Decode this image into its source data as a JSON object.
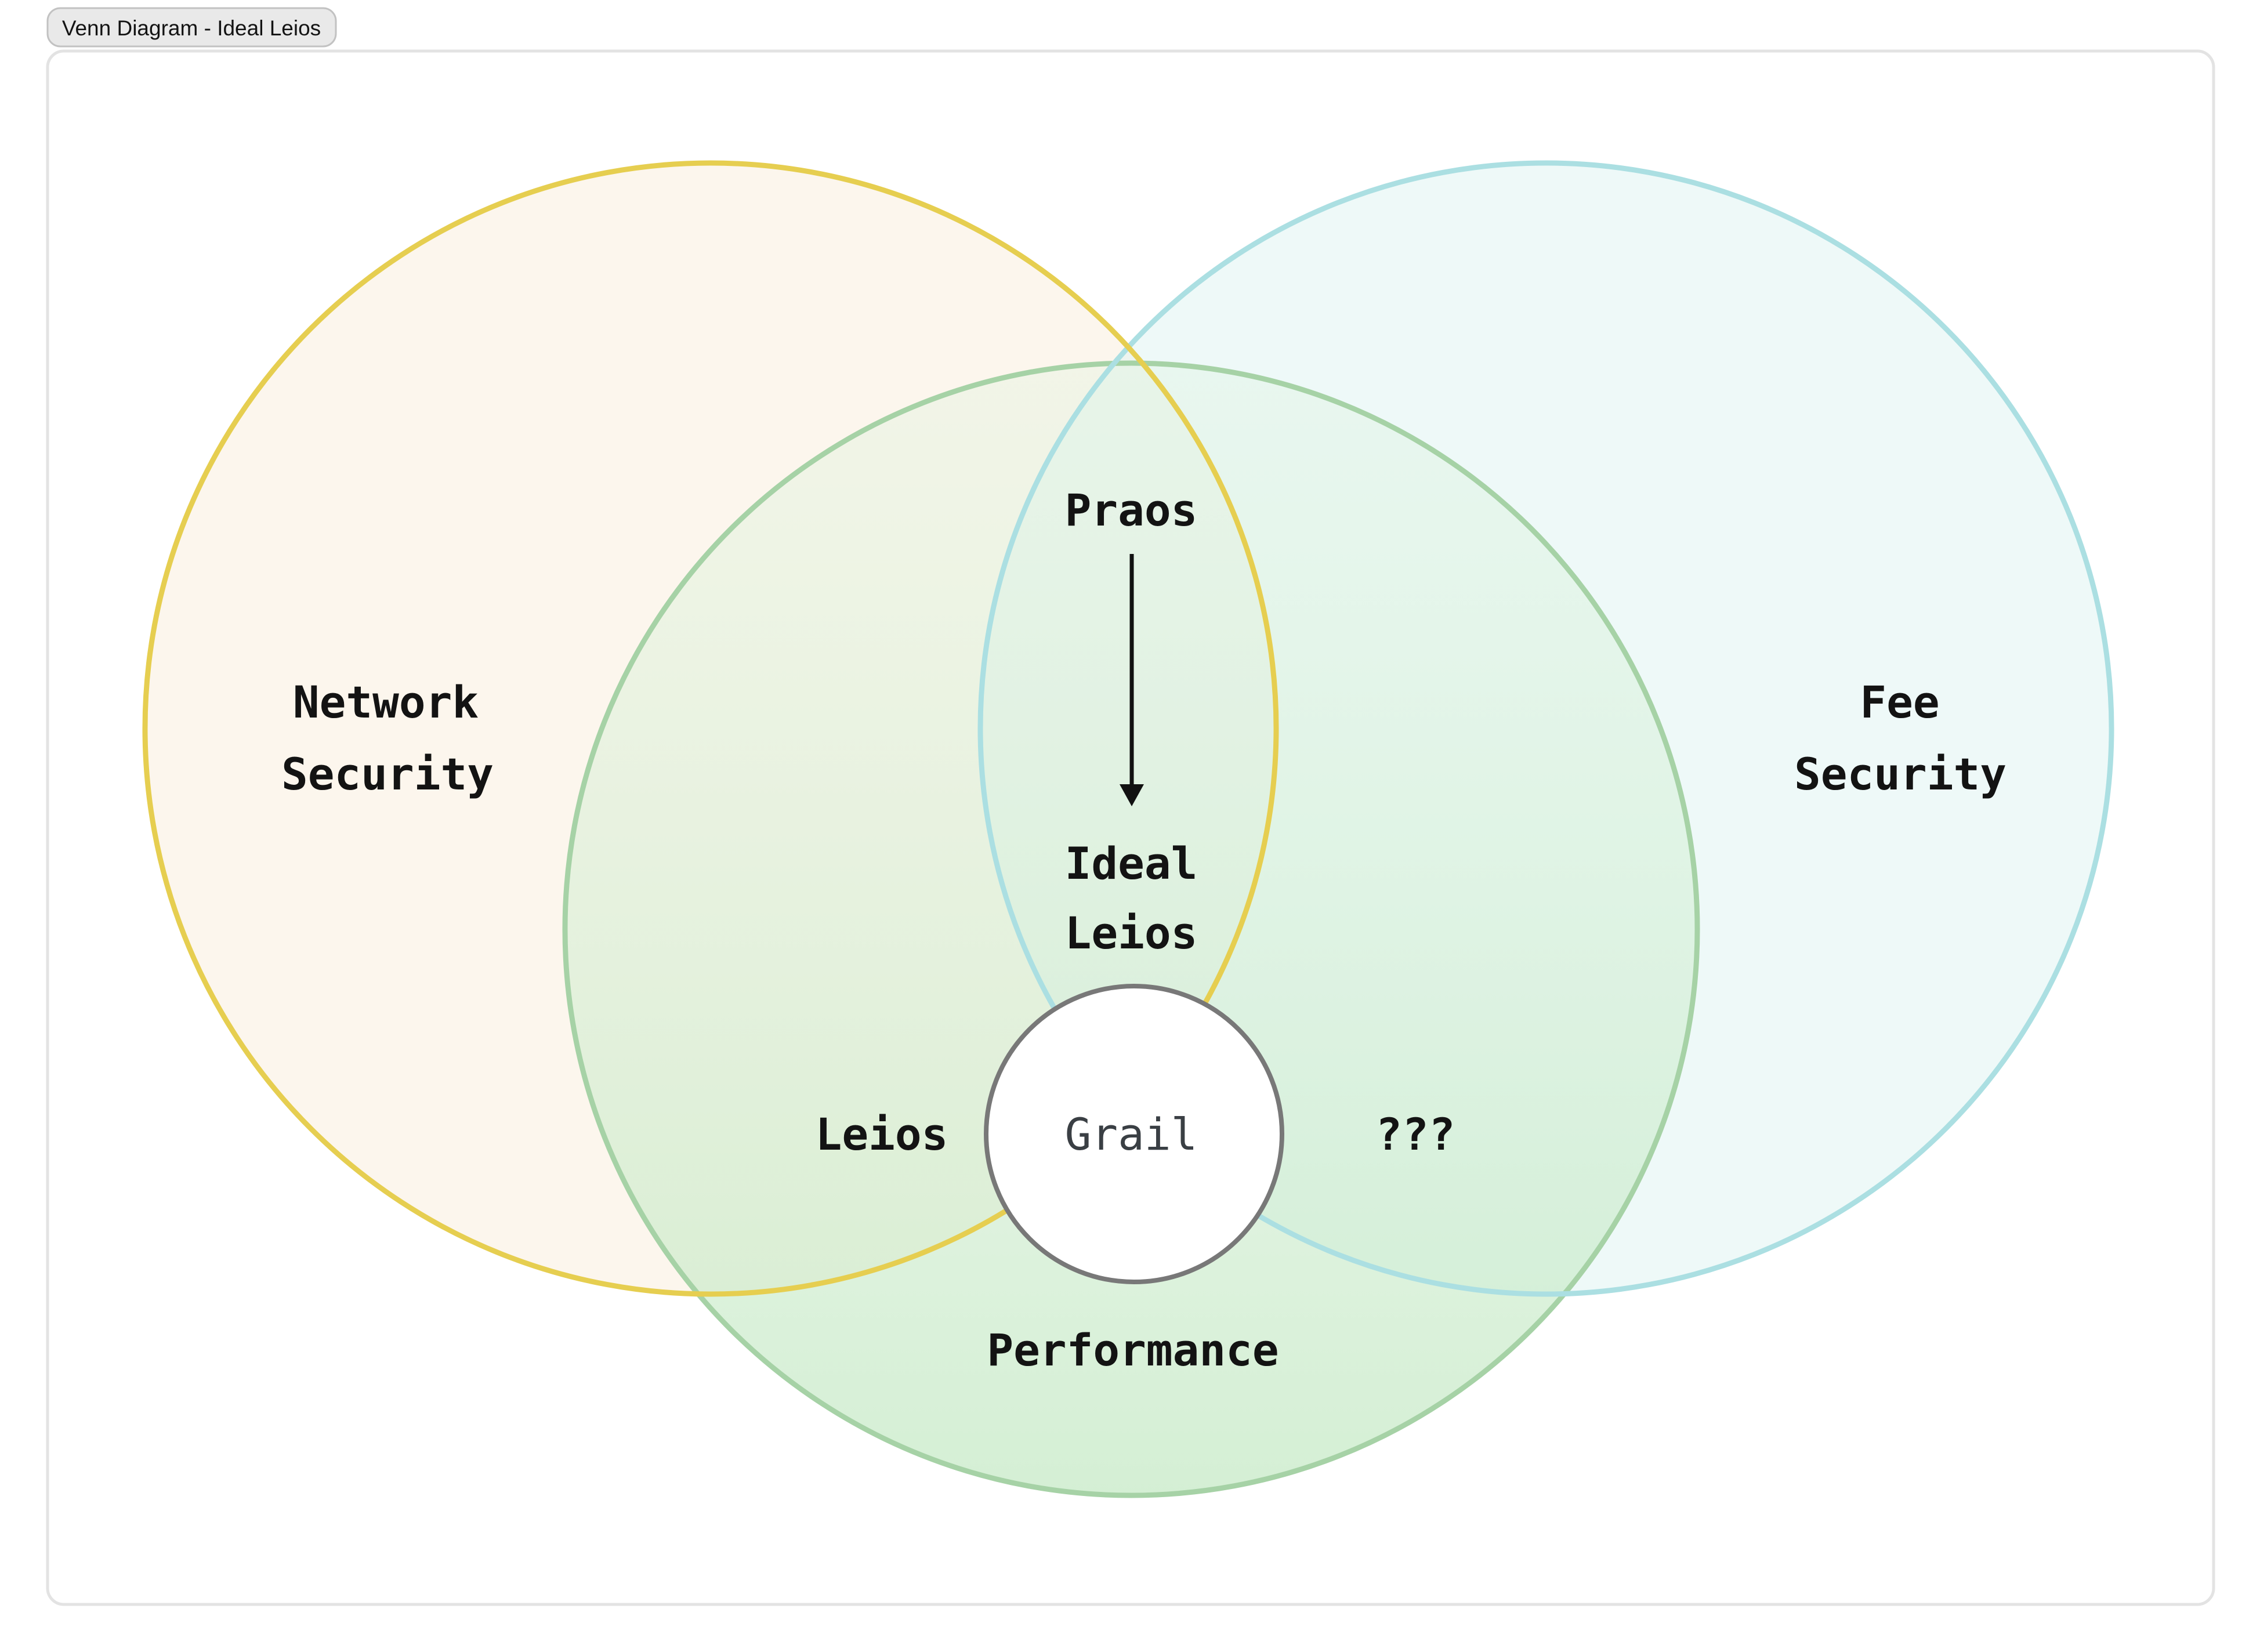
{
  "window": {
    "tab_title": "Venn Diagram - Ideal Leios"
  },
  "colors": {
    "canvas_bg": "#FFFFFF",
    "canvas_border": "#E3E3E3",
    "tab_bg": "#E9E9E9",
    "tab_border": "#C2C2C2",
    "label_text": "#131313",
    "network_fill": "#FAEEDC",
    "network_stroke": "#E6CE50",
    "fee_fill": "#DEF4F1",
    "fee_stroke": "#ABDFE2",
    "performance_fill_top": "#DCF2DC",
    "performance_fill_bottom": "#C2E8C2",
    "performance_stroke": "#A6D2A6",
    "grail_fill": "#FFFFFF",
    "grail_stroke": "#787878",
    "grail_text": "#3A3F44",
    "arrow": "#111111"
  },
  "diagram": {
    "labels": {
      "praos": "Praos",
      "ideal_line1": "Ideal",
      "ideal_line2": "Leios",
      "leios": "Leios",
      "grail": "Grail",
      "unknown": "???",
      "performance": "Performance",
      "network_line1": "Network",
      "network_line2": "Security",
      "fee_line1": "Fee",
      "fee_line2": "Security"
    }
  }
}
